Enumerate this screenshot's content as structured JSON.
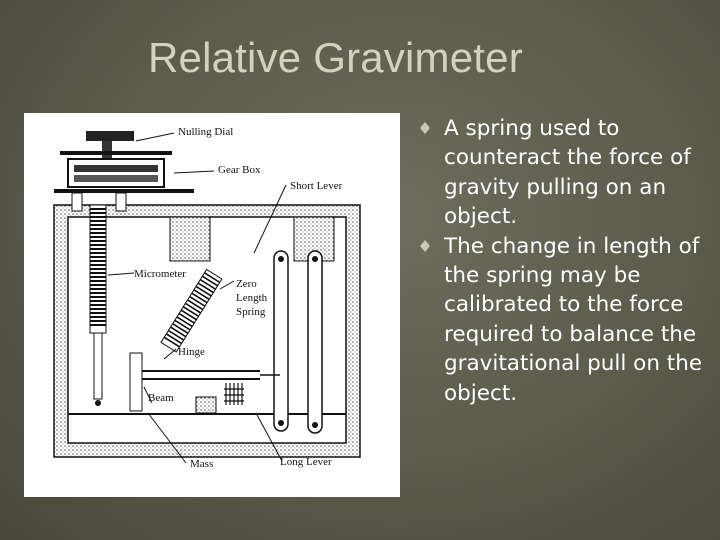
{
  "slide": {
    "title": "Relative Gravimeter",
    "bullets": [
      {
        "text": "A spring used to counteract the force of gravity pulling on an object."
      },
      {
        "text": "The change in length of the spring may be calibrated to the force required to balance the gravitational pull on the object."
      }
    ]
  },
  "diagram": {
    "labels": {
      "nulling_dial": "Nulling Dial",
      "gear_box": "Gear Box",
      "short_lever": "Short Lever",
      "micrometer": "Micrometer",
      "zero_length": "Zero",
      "zero_length_2": "Length",
      "zero_length_3": "Spring",
      "hinge": "Hinge",
      "beam": "Beam",
      "mass": "Mass",
      "long_lever": "Long Lever"
    }
  },
  "colors": {
    "background": "#5b5b4c",
    "title": "#d2d2bd",
    "text": "#ffffff",
    "bullet_marker": "#c8c8b4"
  },
  "icons": {
    "bullet": "diamond-bullet-icon"
  }
}
